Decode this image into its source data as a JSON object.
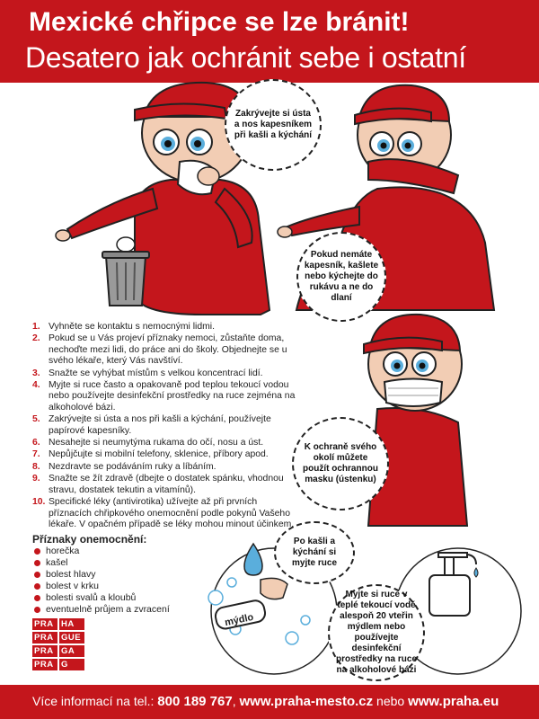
{
  "header": {
    "title": "Mexické chřipce se lze bránit!",
    "subtitle": "Desatero jak ochránit sebe i ostatní"
  },
  "bubbles": {
    "cover_mouth": "Zakrývejte si ústa a nos kapesníkem při kašli a kýchání",
    "sleeve": "Pokud nemáte kapesník, kašlete nebo kýchejte do rukávu a ne do dlaní",
    "mask": "K ochraně svého okolí můžete použít ochrannou masku (ústenku)",
    "wash": "Po kašli a kýchání si myjte ruce",
    "warm_water": "Myjte si ruce v teplé tekoucí vodě alespoň 20 vteřin mýdlem nebo používejte desinfekční prostředky na ruce na alkoholové bázi"
  },
  "rules": [
    {
      "num": "1.",
      "text": "Vyhněte se kontaktu s nemocnými lidmi."
    },
    {
      "num": "2.",
      "text": "Pokud se u Vás projeví příznaky nemoci, zůstaňte doma, nechoďte mezi lidi, do práce ani do školy. Objednejte se u svého lékaře, který Vás navštíví."
    },
    {
      "num": "3.",
      "text": "Snažte se vyhýbat místům s velkou koncentrací lidí."
    },
    {
      "num": "4.",
      "text": "Myjte si ruce často a opakovaně pod teplou tekoucí vodou nebo používejte desinfekční prostředky na ruce zejména na alkoholové bázi."
    },
    {
      "num": "5.",
      "text": "Zakrývejte si ústa a nos při kašli a kýchání, používejte papírové kapesníky."
    },
    {
      "num": "6.",
      "text": "Nesahejte si neumytýma rukama do očí, nosu a úst."
    },
    {
      "num": "7.",
      "text": "Nepůjčujte si mobilní telefony, sklenice, příbory apod."
    },
    {
      "num": "8.",
      "text": "Nezdravte se podáváním ruky a líbáním."
    },
    {
      "num": "9.",
      "text": "Snažte se žít zdravě (dbejte o dostatek spánku, vhodnou stravu, dostatek tekutin a vitamínů)."
    },
    {
      "num": "10.",
      "text": "Specifické léky (antivirotika) užívejte až při prvních příznacích chřipkového onemocnění podle pokynů Vašeho lékaře. V opačném případě se léky mohou minout účinkem."
    }
  ],
  "symptoms": {
    "title": "Příznaky onemocnění:",
    "items": [
      "horečka",
      "kašel",
      "bolest hlavy",
      "bolest v krku",
      "bolesti svalů a kloubů",
      "eventuelně průjem a zvracení"
    ]
  },
  "logo": {
    "cells": [
      "PRA",
      "HA",
      "PRA",
      "GUE",
      "PRA",
      "GA",
      "PRA",
      "G"
    ]
  },
  "soap_label": "mýdlo",
  "footer": {
    "prefix": "Více informací na tel.: ",
    "phone": "800 189 767",
    "sep1": ", ",
    "web1": "www.praha-mesto.cz",
    "mid": " nebo ",
    "web2": "www.praha.eu"
  },
  "colors": {
    "brand_red": "#c4161c",
    "skin": "#f2cdb4",
    "eye_blue": "#5aaedc"
  }
}
